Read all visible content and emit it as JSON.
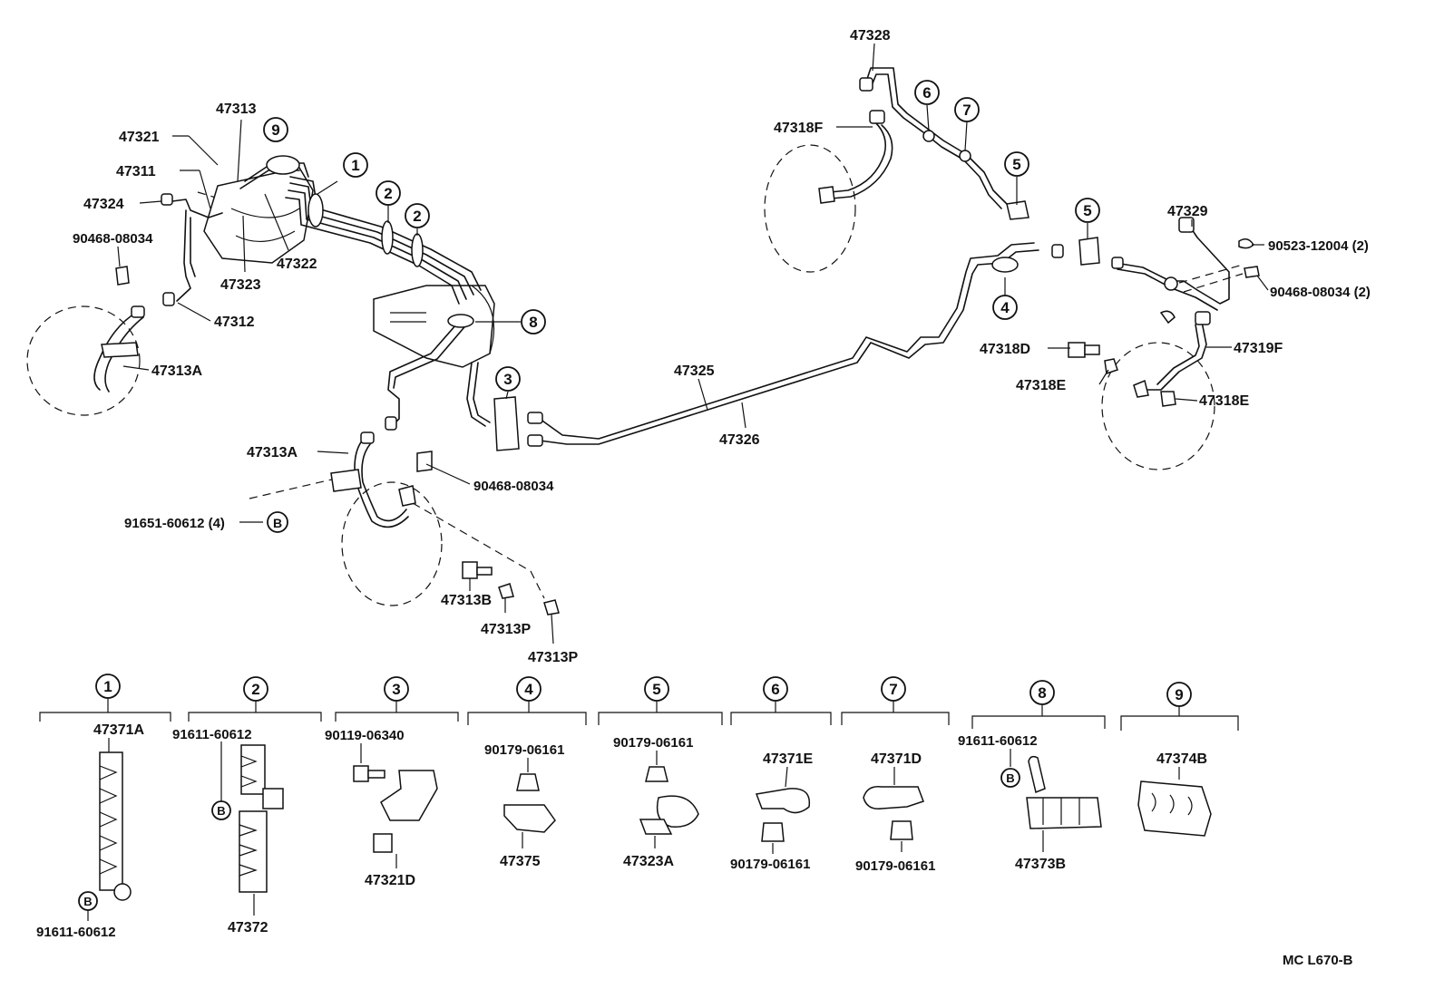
{
  "drawing_code": "MC L670-B",
  "callouts": [
    {
      "id": "c-47328",
      "text": "47328"
    },
    {
      "id": "c-47318F",
      "text": "47318F"
    },
    {
      "id": "c-47329",
      "text": "47329"
    },
    {
      "id": "c-90523",
      "text": "90523-12004 (2)"
    },
    {
      "id": "c-90468-r",
      "text": "90468-08034 (2)"
    },
    {
      "id": "c-47319F",
      "text": "47319F"
    },
    {
      "id": "c-47318D",
      "text": "47318D"
    },
    {
      "id": "c-47318E-a",
      "text": "47318E"
    },
    {
      "id": "c-47318E-b",
      "text": "47318E"
    },
    {
      "id": "c-47313",
      "text": "47313"
    },
    {
      "id": "c-47321",
      "text": "47321"
    },
    {
      "id": "c-47311",
      "text": "47311"
    },
    {
      "id": "c-47324",
      "text": "47324"
    },
    {
      "id": "c-90468-l",
      "text": "90468-08034"
    },
    {
      "id": "c-47322",
      "text": "47322"
    },
    {
      "id": "c-47323",
      "text": "47323"
    },
    {
      "id": "c-47312",
      "text": "47312"
    },
    {
      "id": "c-47313A-a",
      "text": "47313A"
    },
    {
      "id": "c-47325",
      "text": "47325"
    },
    {
      "id": "c-47326",
      "text": "47326"
    },
    {
      "id": "c-47313A-b",
      "text": "47313A"
    },
    {
      "id": "c-90468-m",
      "text": "90468-08034"
    },
    {
      "id": "c-91651",
      "text": "91651-60612 (4)"
    },
    {
      "id": "c-47313B",
      "text": "47313B"
    },
    {
      "id": "c-47313P-a",
      "text": "47313P"
    },
    {
      "id": "c-47313P-b",
      "text": "47313P"
    }
  ],
  "badges": [
    {
      "id": "b-1",
      "text": "1"
    },
    {
      "id": "b-2a",
      "text": "2"
    },
    {
      "id": "b-2b",
      "text": "2"
    },
    {
      "id": "b-3",
      "text": "3"
    },
    {
      "id": "b-4",
      "text": "4"
    },
    {
      "id": "b-5a",
      "text": "5"
    },
    {
      "id": "b-5b",
      "text": "5"
    },
    {
      "id": "b-6",
      "text": "6"
    },
    {
      "id": "b-7",
      "text": "7"
    },
    {
      "id": "b-8",
      "text": "8"
    },
    {
      "id": "b-9",
      "text": "9"
    },
    {
      "id": "b-Bm",
      "text": "B"
    }
  ],
  "legend": [
    {
      "num": "1",
      "parts": [
        "47371A",
        "91611-60612"
      ],
      "badge": "B"
    },
    {
      "num": "2",
      "parts": [
        "91611-60612",
        "47372"
      ],
      "badge": "B"
    },
    {
      "num": "3",
      "parts": [
        "90119-06340",
        "47321D"
      ]
    },
    {
      "num": "4",
      "parts": [
        "90179-06161",
        "47375"
      ]
    },
    {
      "num": "5",
      "parts": [
        "90179-06161",
        "47323A"
      ]
    },
    {
      "num": "6",
      "parts": [
        "47371E",
        "90179-06161"
      ]
    },
    {
      "num": "7",
      "parts": [
        "47371D",
        "90179-06161"
      ]
    },
    {
      "num": "8",
      "parts": [
        "91611-60612",
        "47373B"
      ],
      "badge": "B"
    },
    {
      "num": "9",
      "parts": [
        "47374B"
      ]
    }
  ]
}
